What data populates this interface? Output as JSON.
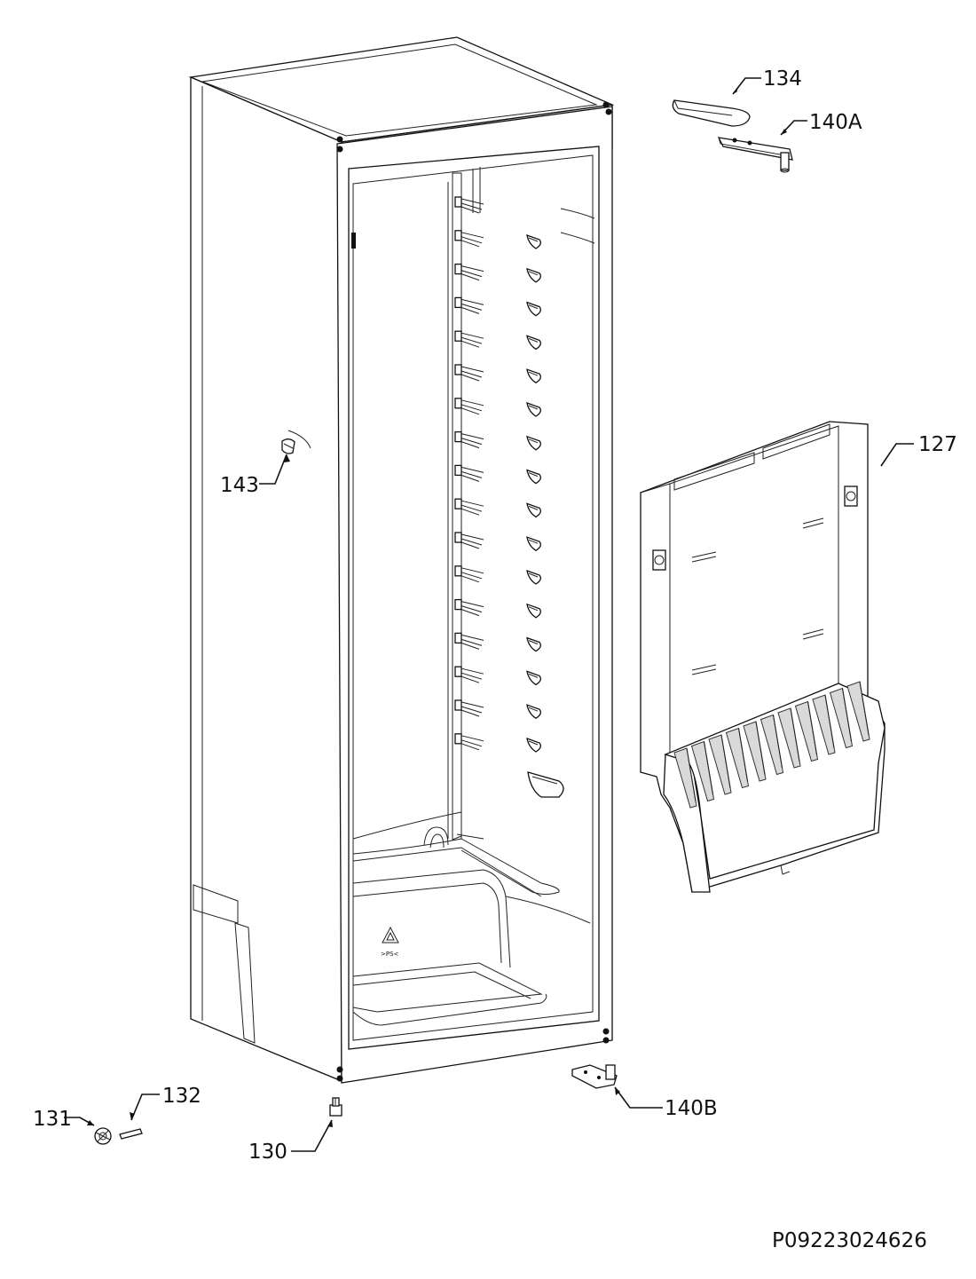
{
  "callouts": [
    {
      "id": "134",
      "text": "134"
    },
    {
      "id": "140A",
      "text": "140A"
    },
    {
      "id": "127",
      "text": "127"
    },
    {
      "id": "143",
      "text": "143"
    },
    {
      "id": "132",
      "text": "132"
    },
    {
      "id": "131",
      "text": "131"
    },
    {
      "id": "130",
      "text": "130"
    },
    {
      "id": "140B",
      "text": "140B"
    }
  ],
  "drawing_code": "P09223024626",
  "recycle_mark": ">PS<"
}
